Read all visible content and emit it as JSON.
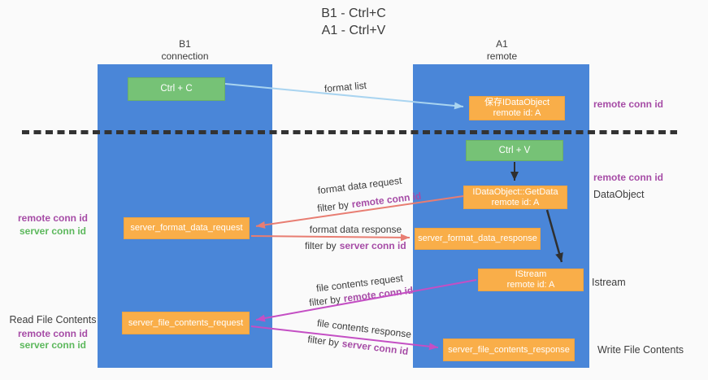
{
  "title": {
    "line1": "B1 - Ctrl+C",
    "line2": "A1 - Ctrl+V"
  },
  "lanes": {
    "left": {
      "header_line1": "B1",
      "header_line2": "connection"
    },
    "right": {
      "header_line1": "A1",
      "header_line2": "remote"
    }
  },
  "nodes": {
    "ctrl_c": "Ctrl + C",
    "ctrl_v": "Ctrl + V",
    "save_dataobject": {
      "line1": "保存IDataObject",
      "line2": "remote id: A"
    },
    "getdata": {
      "line1": "IDataObject::GetData",
      "line2": "remote id: A"
    },
    "istream": {
      "line1": "IStream",
      "line2": "remote id: A"
    },
    "format_request": "server_format_data_request",
    "format_response": "server_format_data_response",
    "file_request": "server_file_contents_request",
    "file_response": "server_file_contents_response"
  },
  "left_labels": {
    "remote_conn_id_1": "remote conn id",
    "server_conn_id_1": "server conn id",
    "read_file_contents": "Read File Contents",
    "remote_conn_id_2": "remote conn id",
    "server_conn_id_2": "server conn id"
  },
  "right_labels": {
    "remote_conn_id_1": "remote conn id",
    "remote_conn_id_2": "remote conn id",
    "dataobject": "DataObject",
    "istream": "Istream",
    "write_file_contents": "Write File Contents"
  },
  "flow_labels": {
    "format_list": "format list",
    "format_data_request": "format data request",
    "format_data_response": "format data response",
    "file_contents_request": "file contents request",
    "file_contents_response": "file contents response",
    "filter_by": "filter by",
    "remote_conn_id": "remote conn id",
    "server_conn_id": "server conn id"
  },
  "colors": {
    "column_blue": "#4a86d8",
    "box_orange": "#f9ae49",
    "box_green": "#76c276",
    "arrow_salmon": "#e87d72",
    "arrow_magenta": "#c44fc4",
    "arrow_lightblue": "#a9d4f0",
    "arrow_black": "#2f2f2f",
    "text_purple": "#a64ca6",
    "text_green": "#5cb85c",
    "text_dark": "#3c3c3c",
    "background": "#fafafa"
  }
}
